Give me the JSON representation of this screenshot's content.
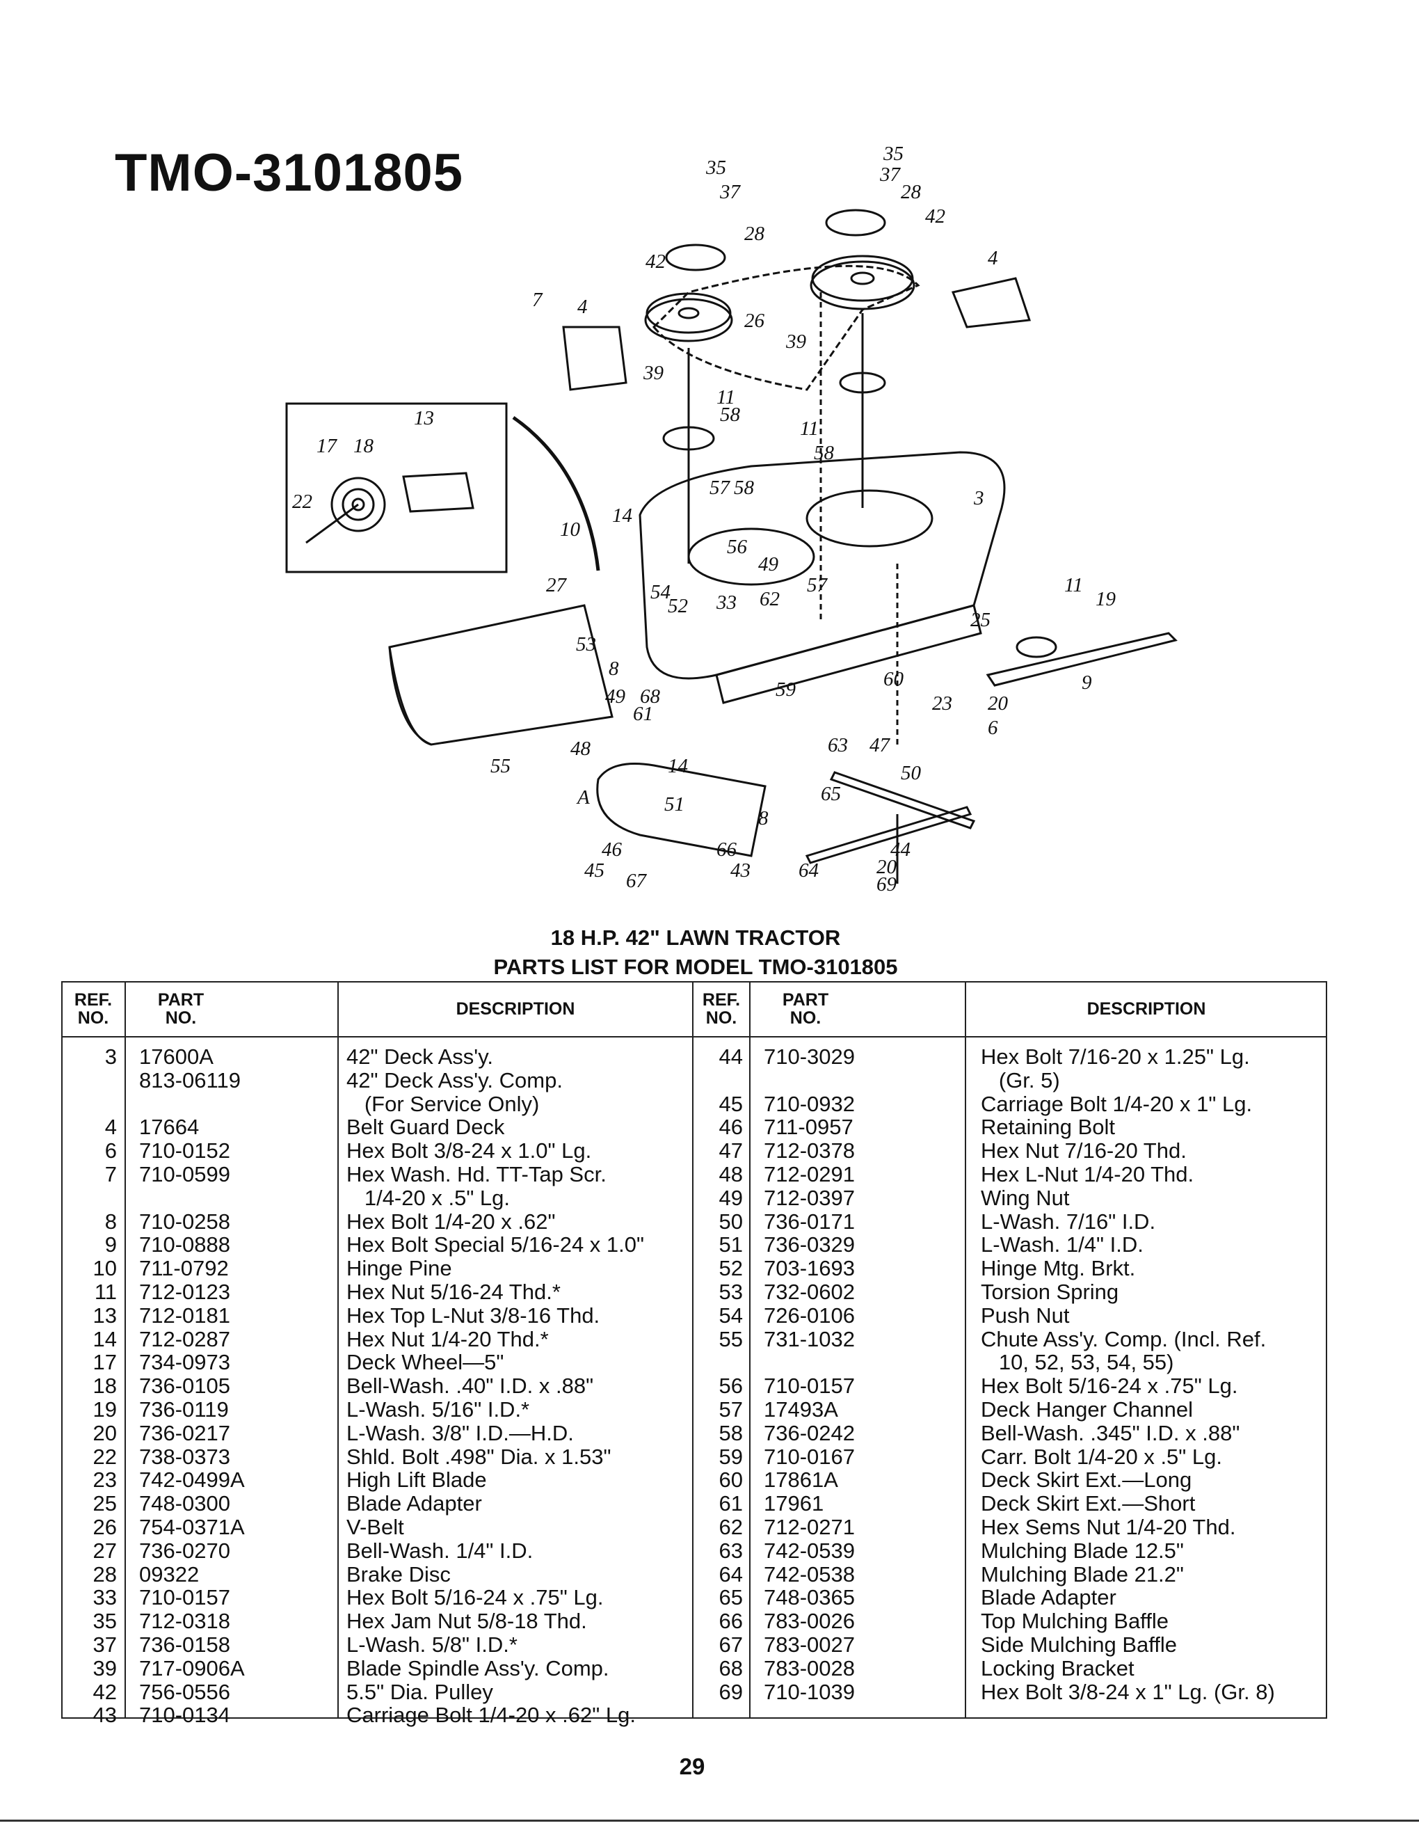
{
  "model_title": "TMO-3101805",
  "list_title_line1": "18 H.P. 42\" LAWN TRACTOR",
  "list_title_line2": "PARTS LIST FOR MODEL TMO-3101805",
  "headers": {
    "ref_line1": "REF.",
    "ref_line2": "NO.",
    "part_line1": "PART",
    "part_line2": "NO.",
    "description": "DESCRIPTION"
  },
  "parts_left": [
    {
      "ref": "3",
      "part": "17600A",
      "desc": "42\" Deck Ass'y."
    },
    {
      "ref": "",
      "part": "813-06119",
      "desc": "42\" Deck Ass'y. Comp."
    },
    {
      "ref": "",
      "part": "",
      "desc": "   (For Service Only)"
    },
    {
      "ref": "4",
      "part": "17664",
      "desc": "Belt Guard Deck"
    },
    {
      "ref": "6",
      "part": "710-0152",
      "desc": "Hex Bolt 3/8-24 x 1.0\" Lg."
    },
    {
      "ref": "7",
      "part": "710-0599",
      "desc": "Hex Wash. Hd. TT-Tap Scr."
    },
    {
      "ref": "",
      "part": "",
      "desc": "   1/4-20 x .5\" Lg."
    },
    {
      "ref": "8",
      "part": "710-0258",
      "desc": "Hex Bolt 1/4-20 x .62\""
    },
    {
      "ref": "9",
      "part": "710-0888",
      "desc": "Hex Bolt Special 5/16-24 x 1.0\""
    },
    {
      "ref": "10",
      "part": "711-0792",
      "desc": "Hinge Pine"
    },
    {
      "ref": "11",
      "part": "712-0123",
      "desc": "Hex Nut 5/16-24 Thd.*"
    },
    {
      "ref": "13",
      "part": "712-0181",
      "desc": "Hex Top L-Nut 3/8-16 Thd."
    },
    {
      "ref": "14",
      "part": "712-0287",
      "desc": "Hex Nut 1/4-20 Thd.*"
    },
    {
      "ref": "17",
      "part": "734-0973",
      "desc": "Deck Wheel—5\""
    },
    {
      "ref": "18",
      "part": "736-0105",
      "desc": "Bell-Wash. .40\" I.D. x .88\""
    },
    {
      "ref": "19",
      "part": "736-0119",
      "desc": "L-Wash. 5/16\" I.D.*"
    },
    {
      "ref": "20",
      "part": "736-0217",
      "desc": "L-Wash. 3/8\" I.D.—H.D."
    },
    {
      "ref": "22",
      "part": "738-0373",
      "desc": "Shld. Bolt .498\" Dia. x 1.53\""
    },
    {
      "ref": "23",
      "part": "742-0499A",
      "desc": "High Lift Blade"
    },
    {
      "ref": "25",
      "part": "748-0300",
      "desc": "Blade Adapter"
    },
    {
      "ref": "26",
      "part": "754-0371A",
      "desc": "V-Belt"
    },
    {
      "ref": "27",
      "part": "736-0270",
      "desc": "Bell-Wash. 1/4\" I.D."
    },
    {
      "ref": "28",
      "part": "09322",
      "desc": "Brake Disc"
    },
    {
      "ref": "33",
      "part": "710-0157",
      "desc": "Hex Bolt 5/16-24 x .75\" Lg."
    },
    {
      "ref": "35",
      "part": "712-0318",
      "desc": "Hex Jam Nut 5/8-18 Thd."
    },
    {
      "ref": "37",
      "part": "736-0158",
      "desc": "L-Wash. 5/8\" I.D.*"
    },
    {
      "ref": "39",
      "part": "717-0906A",
      "desc": "Blade Spindle Ass'y. Comp."
    },
    {
      "ref": "42",
      "part": "756-0556",
      "desc": "5.5\" Dia. Pulley"
    },
    {
      "ref": "43",
      "part": "710-0134",
      "desc": "Carriage Bolt 1/4-20 x .62\" Lg."
    }
  ],
  "parts_right": [
    {
      "ref": "44",
      "part": "710-3029",
      "desc": "Hex Bolt 7/16-20 x 1.25\" Lg."
    },
    {
      "ref": "",
      "part": "",
      "desc": "   (Gr. 5)"
    },
    {
      "ref": "45",
      "part": "710-0932",
      "desc": "Carriage Bolt 1/4-20 x 1\" Lg."
    },
    {
      "ref": "46",
      "part": "711-0957",
      "desc": "Retaining Bolt"
    },
    {
      "ref": "47",
      "part": "712-0378",
      "desc": "Hex Nut 7/16-20 Thd."
    },
    {
      "ref": "48",
      "part": "712-0291",
      "desc": "Hex L-Nut 1/4-20 Thd."
    },
    {
      "ref": "49",
      "part": "712-0397",
      "desc": "Wing Nut"
    },
    {
      "ref": "50",
      "part": "736-0171",
      "desc": "L-Wash. 7/16\" I.D."
    },
    {
      "ref": "51",
      "part": "736-0329",
      "desc": "L-Wash. 1/4\" I.D."
    },
    {
      "ref": "52",
      "part": "703-1693",
      "desc": "Hinge Mtg. Brkt."
    },
    {
      "ref": "53",
      "part": "732-0602",
      "desc": "Torsion Spring"
    },
    {
      "ref": "54",
      "part": "726-0106",
      "desc": "Push Nut"
    },
    {
      "ref": "55",
      "part": "731-1032",
      "desc": "Chute Ass'y. Comp. (Incl. Ref."
    },
    {
      "ref": "",
      "part": "",
      "desc": "   10, 52, 53, 54, 55)"
    },
    {
      "ref": "56",
      "part": "710-0157",
      "desc": "Hex Bolt 5/16-24 x .75\" Lg."
    },
    {
      "ref": "57",
      "part": "17493A",
      "desc": "Deck Hanger Channel"
    },
    {
      "ref": "58",
      "part": "736-0242",
      "desc": "Bell-Wash. .345\" I.D. x .88\""
    },
    {
      "ref": "59",
      "part": "710-0167",
      "desc": "Carr. Bolt 1/4-20 x .5\" Lg."
    },
    {
      "ref": "60",
      "part": "17861A",
      "desc": "Deck Skirt Ext.—Long"
    },
    {
      "ref": "61",
      "part": "17961",
      "desc": "Deck Skirt Ext.—Short"
    },
    {
      "ref": "62",
      "part": "712-0271",
      "desc": "Hex Sems Nut 1/4-20 Thd."
    },
    {
      "ref": "63",
      "part": "742-0539",
      "desc": "Mulching Blade 12.5\""
    },
    {
      "ref": "64",
      "part": "742-0538",
      "desc": "Mulching Blade 21.2\""
    },
    {
      "ref": "65",
      "part": "748-0365",
      "desc": "Blade Adapter"
    },
    {
      "ref": "66",
      "part": "783-0026",
      "desc": "Top Mulching Baffle"
    },
    {
      "ref": "67",
      "part": "783-0027",
      "desc": "Side Mulching Baffle"
    },
    {
      "ref": "68",
      "part": "783-0028",
      "desc": "Locking Bracket"
    },
    {
      "ref": "69",
      "part": "710-1039",
      "desc": "Hex Bolt 3/8-24 x 1\" Lg. (Gr. 8)"
    }
  ],
  "callouts": [
    "35",
    "37",
    "28",
    "42",
    "35",
    "37",
    "28",
    "42",
    "4",
    "7",
    "4",
    "26",
    "39",
    "39",
    "11",
    "58",
    "11",
    "58",
    "13",
    "17",
    "18",
    "22",
    "57",
    "58",
    "3",
    "10",
    "14",
    "56",
    "49",
    "57",
    "27",
    "54",
    "52",
    "33",
    "62",
    "53",
    "8",
    "49",
    "68",
    "61",
    "59",
    "60",
    "25",
    "11",
    "19",
    "23",
    "20",
    "9",
    "6",
    "55",
    "48",
    "14",
    "A",
    "51",
    "63",
    "47",
    "50",
    "65",
    "8",
    "46",
    "66",
    "44",
    "45",
    "67",
    "43",
    "64",
    "20",
    "69"
  ],
  "page_number": "29"
}
